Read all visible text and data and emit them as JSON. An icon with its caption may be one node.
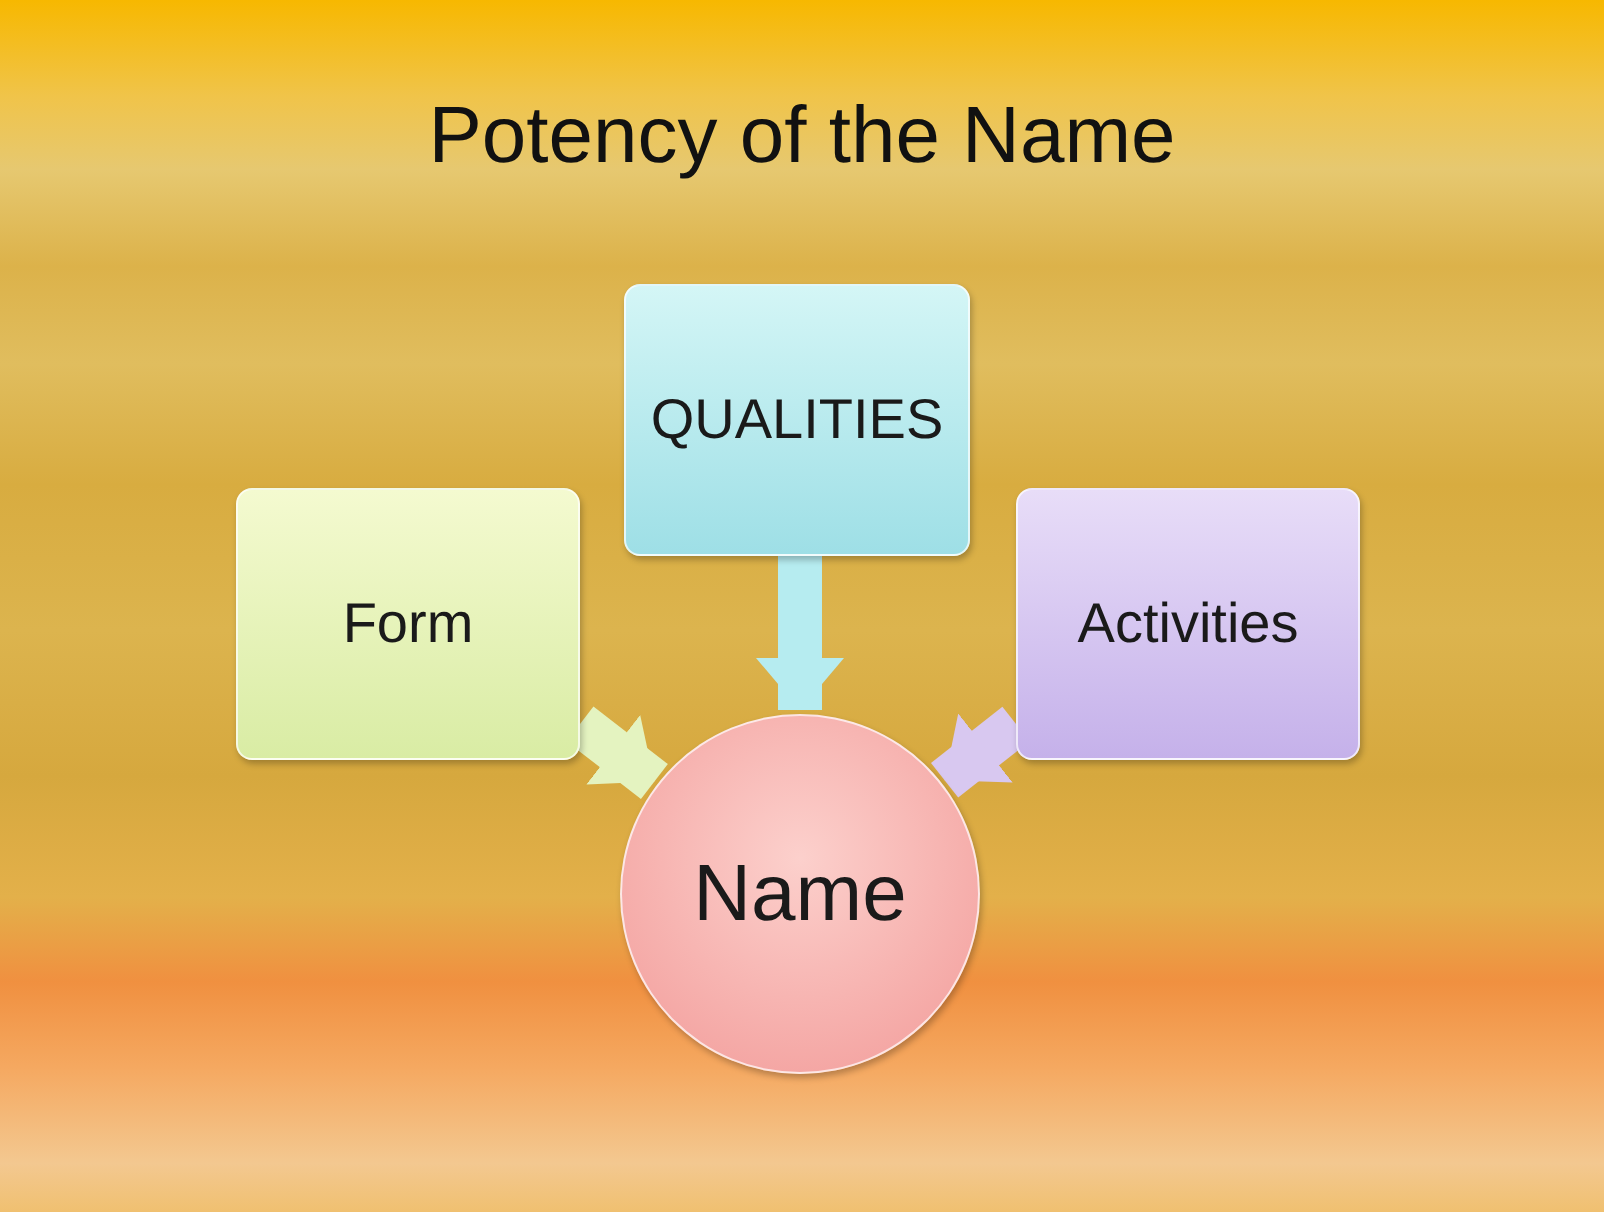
{
  "diagram": {
    "title": "Potency of the Name",
    "nodes": [
      {
        "text": [
          "Form"
        ]
      },
      {
        "text": [
          "QUALITIES"
        ]
      },
      {
        "text": [
          "Activities"
        ]
      },
      {
        "text": [
          "Name"
        ]
      }
    ],
    "edges": [
      {
        "from": 0,
        "to": 3,
        "arrow": "to",
        "color": "#e4f3c0"
      },
      {
        "from": 1,
        "to": 3,
        "arrow": "to",
        "color": "#b6ecf0"
      },
      {
        "from": 2,
        "to": 3,
        "arrow": "to",
        "color": "#d8c8f0"
      }
    ]
  }
}
